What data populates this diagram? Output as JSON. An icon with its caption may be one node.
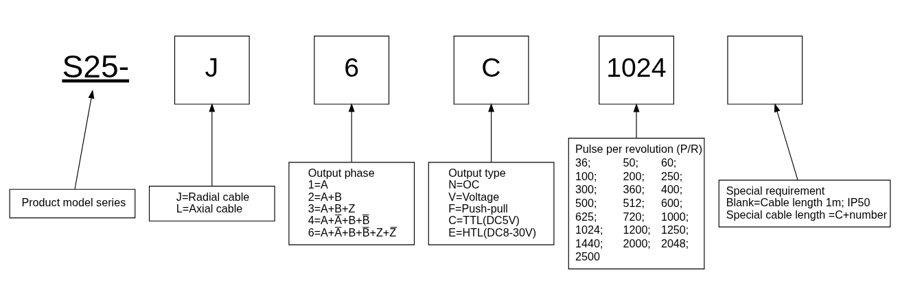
{
  "diagram": {
    "nodes": [
      {
        "text": [
          "S25-"
        ]
      },
      {
        "text": [
          "J"
        ]
      },
      {
        "text": [
          "6"
        ]
      },
      {
        "text": [
          "C"
        ]
      },
      {
        "text": [
          "1024"
        ]
      },
      {
        "text": [],
        "shape": "box"
      },
      {
        "text": [
          "Product model series"
        ]
      },
      {
        "text": [
          "J=Radial cable",
          "L=Axial cable"
        ]
      },
      {
        "text": [
          "Output phase",
          "1=A",
          "2=A+B",
          "3=A+B+Z",
          "4=A+A̅+B+B̅",
          "6=A+A̅+B+B̅+Z+Z̅"
        ]
      },
      {
        "text": [
          "Output type",
          "N=OC",
          "V=Voltage",
          "F=Push-pull",
          "C=TTL(DC5V)",
          "E=HTL(DC8-30V)"
        ]
      },
      {
        "text": [
          "Pulse per revolution (P/R)",
          "36; 50; 60; 100; 200; 250; 300; 360; 400; 500; 512; 600; 625; 720; 1000; 1024; 1200; 1250; 1440; 2000; 2048; 2500"
        ]
      },
      {
        "text": [
          "Special requirement",
          "Blank=Cable length 1m; IP50",
          "Special cable length =C+number"
        ]
      }
    ],
    "edges": [
      {
        "from": 6,
        "to": 0,
        "arrow": "to"
      },
      {
        "from": 7,
        "to": 1,
        "arrow": "to"
      },
      {
        "from": 8,
        "to": 2,
        "arrow": "to"
      },
      {
        "from": 9,
        "to": 3,
        "arrow": "to"
      },
      {
        "from": 10,
        "to": 4,
        "arrow": "to"
      },
      {
        "from": 11,
        "to": 5,
        "arrow": "to"
      }
    ]
  }
}
